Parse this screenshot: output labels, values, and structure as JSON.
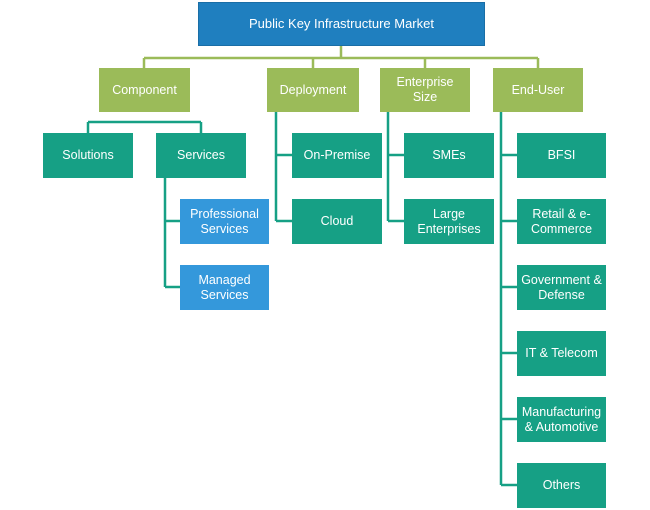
{
  "colors": {
    "root": "#1f7fbf",
    "category": "#9bbb59",
    "leaf_teal": "#16a085",
    "leaf_blue": "#3498db",
    "line_green": "#9bbb59",
    "line_teal": "#16a085"
  },
  "root": {
    "label": "Public Key Infrastructure Market"
  },
  "categories": {
    "component": {
      "label": "Component",
      "children": {
        "solutions": "Solutions",
        "services": "Services"
      },
      "services_children": {
        "professional": "Professional\nServices",
        "managed": "Managed\nServices"
      }
    },
    "deployment": {
      "label": "Deployment",
      "children": [
        "On-Premise",
        "Cloud"
      ]
    },
    "enterprise_size": {
      "label": "Enterprise Size",
      "children": [
        "SMEs",
        "Large\nEnterprises"
      ]
    },
    "end_user": {
      "label": "End-User",
      "children": [
        "BFSI",
        "Retail & e-\nCommerce",
        "Government &\nDefense",
        "IT & Telecom",
        "Manufacturing\n& Automotive",
        "Others"
      ]
    }
  }
}
